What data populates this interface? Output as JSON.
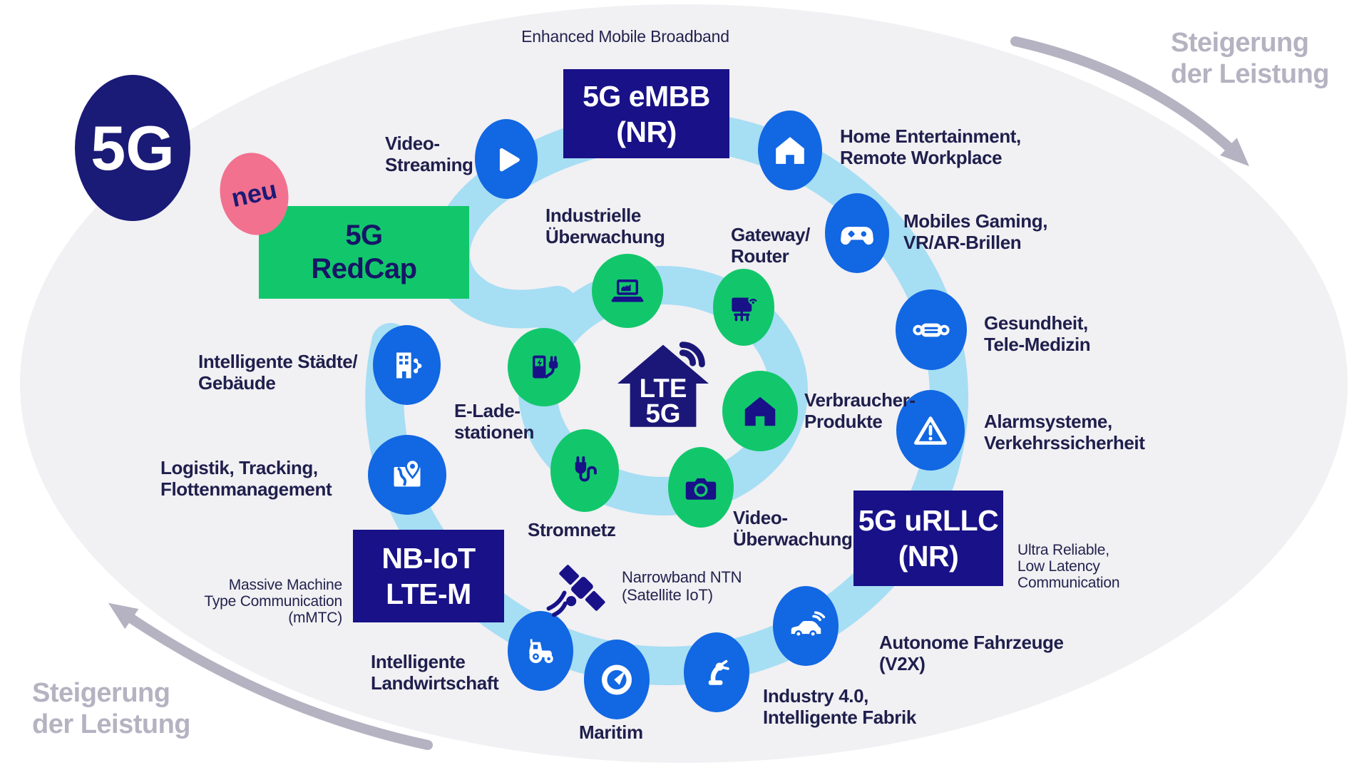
{
  "logo": {
    "label": "5G"
  },
  "new_badge": {
    "label": "neu"
  },
  "colors": {
    "navy_box": "#181188",
    "navy_badge": "#1a1a77",
    "blue_circle": "#1267e2",
    "green": "#12c76b",
    "band_blue": "#a6def4",
    "pink": "#f2718f",
    "gray": "#b5b2c1",
    "label_text": "#1f1f4d",
    "background_ellipse": "#f1f0f3"
  },
  "boxes": {
    "redcap": {
      "line1": "5G",
      "line2": "RedCap"
    },
    "embb": {
      "line1": "5G eMBB",
      "line2": "(NR)",
      "caption": "Enhanced Mobile Broadband"
    },
    "urllc": {
      "line1": "5G uRLLC",
      "line2": "(NR)",
      "caption": [
        "Ultra Reliable,",
        "Low Latency",
        "Communication"
      ]
    },
    "nbiot": {
      "line1": "NB-IoT",
      "line2": "LTE-M",
      "caption": [
        "Massive Machine",
        "Type Communication",
        "(mMTC)"
      ]
    }
  },
  "center_house": {
    "line1": "LTE",
    "line2": "5G"
  },
  "performance": {
    "lines": [
      "Steigerung",
      "der Leistung"
    ]
  },
  "use_cases": {
    "video_streaming": {
      "icon": "play-icon",
      "lines": [
        "Video-",
        "Streaming"
      ]
    },
    "industrielle": {
      "icon": "laptop-icon",
      "lines": [
        "Industrielle",
        "Überwachung"
      ]
    },
    "gateway_router": {
      "icon": "router-icon",
      "lines": [
        "Gateway/",
        "Router"
      ]
    },
    "home_entertainment": {
      "icon": "home-icon",
      "lines": [
        "Home Entertainment,",
        "Remote Workplace"
      ]
    },
    "mobiles_gaming": {
      "icon": "gamepad-icon",
      "lines": [
        "Mobiles Gaming,",
        "VR/AR-Brillen"
      ]
    },
    "gesundheit": {
      "icon": "mask-icon",
      "lines": [
        "Gesundheit,",
        "Tele-Medizin"
      ]
    },
    "alarmsysteme": {
      "icon": "warning-icon",
      "lines": [
        "Alarmsysteme,",
        "Verkehrssicherheit"
      ]
    },
    "verbraucher": {
      "icon": "consumer-house-icon",
      "lines": [
        "Verbraucher-",
        "Produkte"
      ]
    },
    "video_ueberwachung": {
      "icon": "camera-icon",
      "lines": [
        "Video-",
        "Überwachung"
      ]
    },
    "stromnetz": {
      "icon": "plug-icon",
      "lines": [
        "Stromnetz"
      ]
    },
    "e_lade": {
      "icon": "ev-charger-icon",
      "lines": [
        "E-Lade-",
        "stationen"
      ]
    },
    "staedte": {
      "icon": "building-icon",
      "lines": [
        "Intelligente Städte/",
        "Gebäude"
      ]
    },
    "logistik": {
      "icon": "map-pin-icon",
      "lines": [
        "Logistik, Tracking,",
        "Flottenmanagement"
      ]
    },
    "landwirtschaft": {
      "icon": "tractor-icon",
      "lines": [
        "Intelligente",
        "Landwirtschaft"
      ]
    },
    "maritim": {
      "icon": "compass-icon",
      "lines": [
        "Maritim"
      ]
    },
    "industry40": {
      "icon": "robot-arm-icon",
      "lines": [
        "Industry 4.0,",
        "Intelligente Fabrik"
      ]
    },
    "autonome": {
      "icon": "car-icon",
      "lines": [
        "Autonome Fahrzeuge",
        "(V2X)"
      ]
    },
    "narrowband_ntn": {
      "icon": "satellite-icon",
      "lines": [
        "Narrowband NTN",
        "(Satellite IoT)"
      ]
    }
  }
}
